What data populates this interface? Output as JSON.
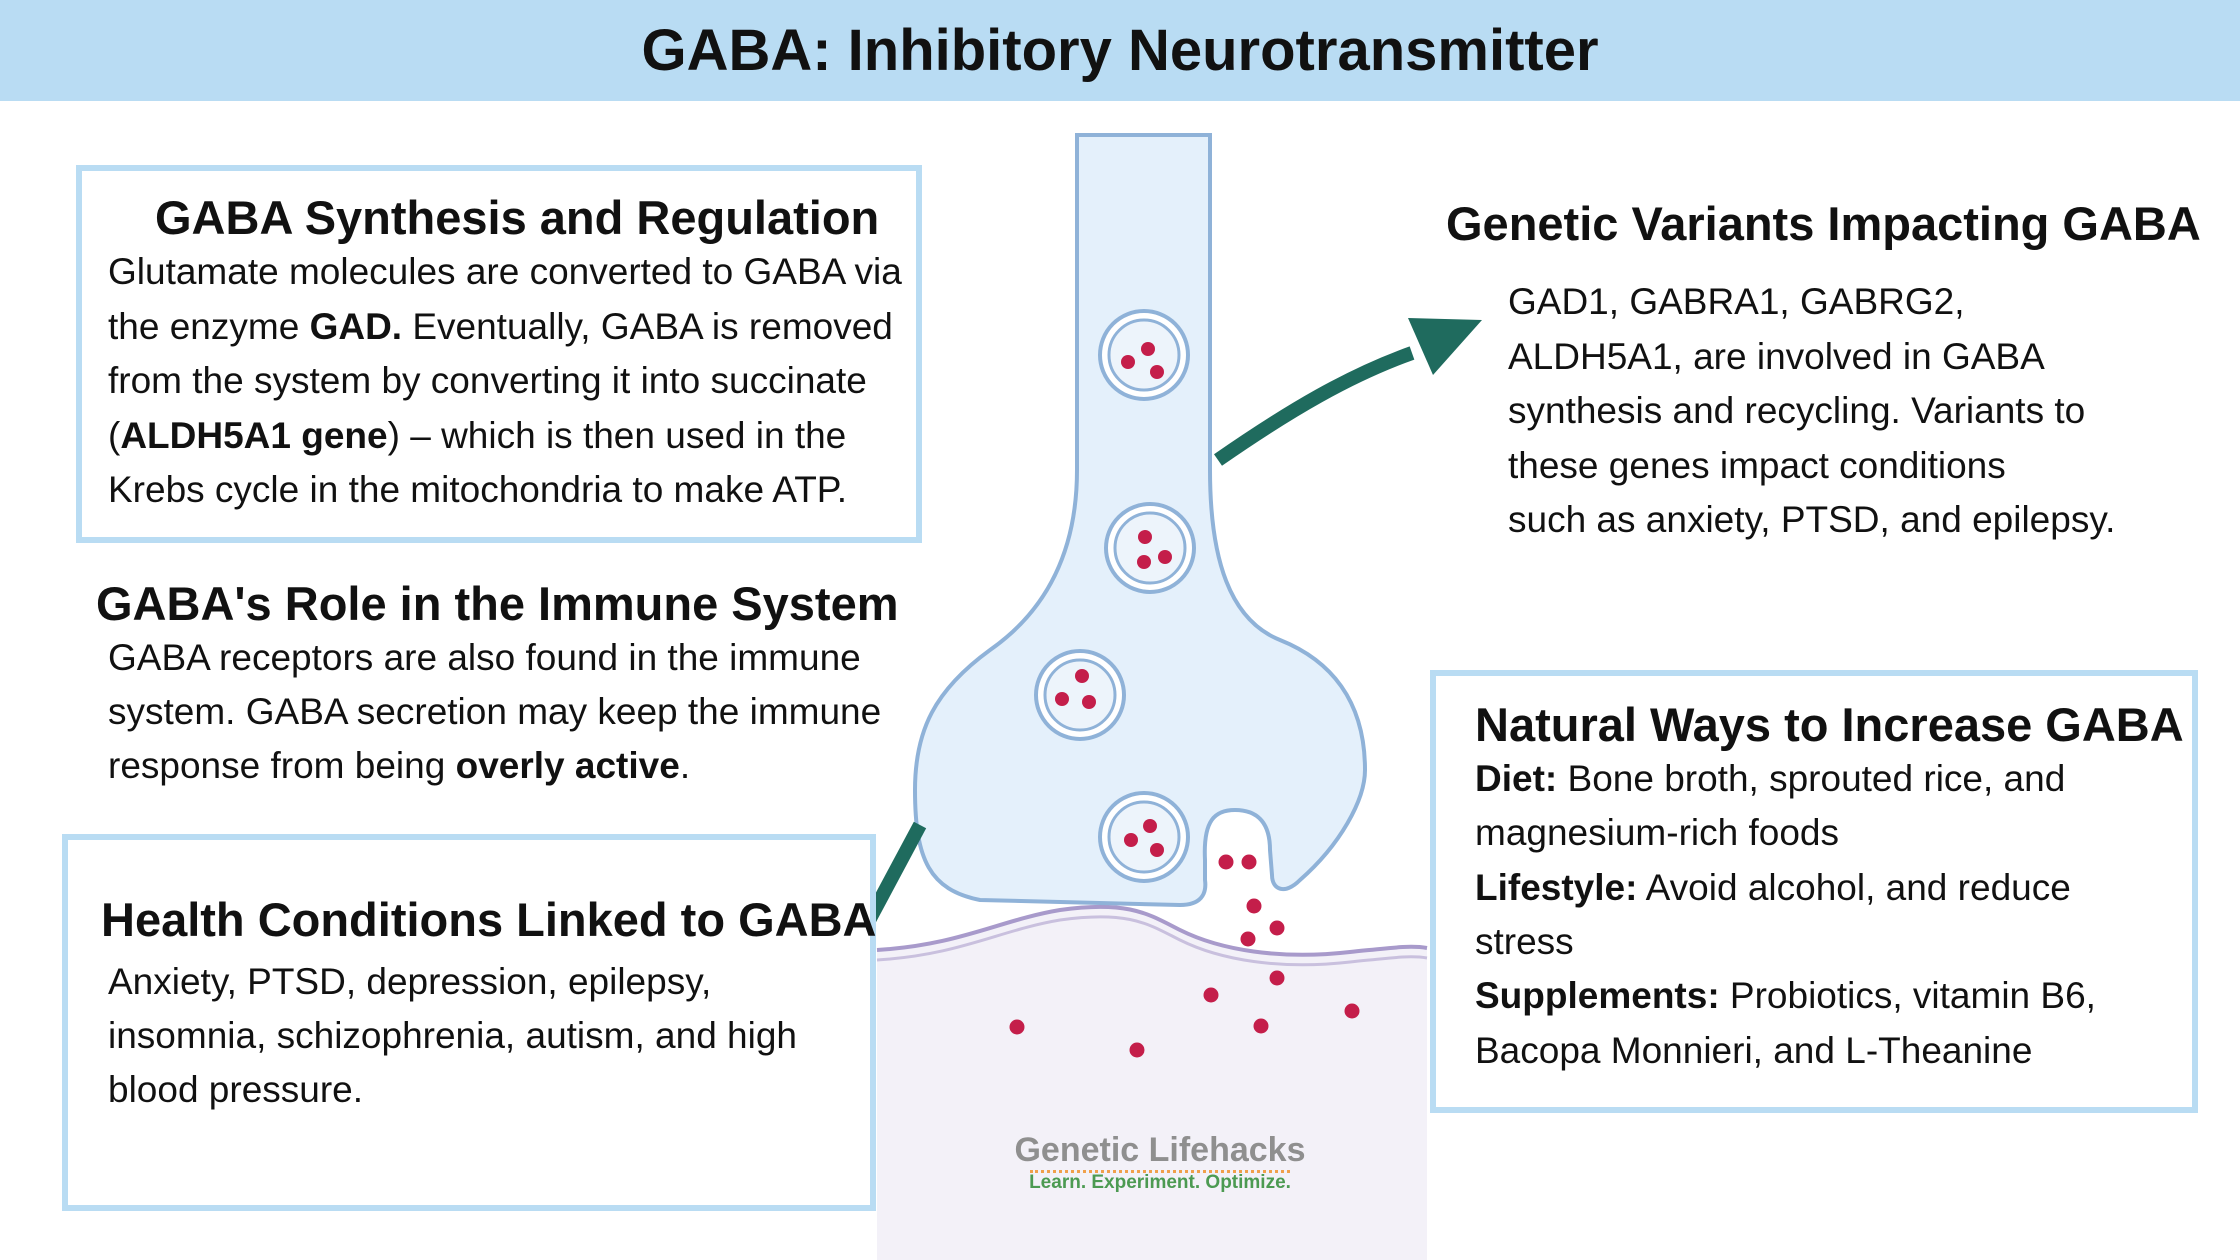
{
  "header": {
    "title": "GABA: Inhibitory Neurotransmitter"
  },
  "synthesis": {
    "title": "GABA Synthesis and Regulation",
    "lines": [
      [
        {
          "t": "Glutamate molecules are converted to GABA via"
        }
      ],
      [
        {
          "t": "the enzyme "
        },
        {
          "t": "GAD.",
          "b": true
        },
        {
          "t": " Eventually, GABA is removed"
        }
      ],
      [
        {
          "t": "from the system by converting it into succinate"
        }
      ],
      [
        {
          "t": "("
        },
        {
          "t": "ALDH5A1 gene",
          "b": true
        },
        {
          "t": ") – which is then used in the"
        }
      ],
      [
        {
          "t": "Krebs cycle in the mitochondria to make ATP."
        }
      ]
    ]
  },
  "immune": {
    "title": "GABA's Role in the Immune System",
    "lines": [
      [
        {
          "t": "GABA receptors are also found in the immune"
        }
      ],
      [
        {
          "t": "system. GABA secretion may keep the immune"
        }
      ],
      [
        {
          "t": "response from being "
        },
        {
          "t": "overly active",
          "b": true
        },
        {
          "t": "."
        }
      ]
    ]
  },
  "health": {
    "title": "Health Conditions Linked to GABA",
    "lines": [
      [
        {
          "t": "Anxiety, PTSD, depression, epilepsy,"
        }
      ],
      [
        {
          "t": "insomnia, schizophrenia, autism, and high"
        }
      ],
      [
        {
          "t": "blood pressure."
        }
      ]
    ]
  },
  "genetic": {
    "title": "Genetic Variants Impacting GABA",
    "lines": [
      [
        {
          "t": "GAD1, GABRA1, GABRG2,"
        }
      ],
      [
        {
          "t": "ALDH5A1, are involved in GABA"
        }
      ],
      [
        {
          "t": "synthesis and recycling. Variants to"
        }
      ],
      [
        {
          "t": "these genes impact conditions"
        }
      ],
      [
        {
          "t": "such as anxiety, PTSD, and epilepsy."
        }
      ]
    ]
  },
  "natural": {
    "title": "Natural Ways to Increase GABA",
    "lines": [
      [
        {
          "t": "Diet:",
          "b": true
        },
        {
          "t": " Bone broth, sprouted rice, and"
        }
      ],
      [
        {
          "t": "magnesium-rich foods"
        }
      ],
      [
        {
          "t": "Lifestyle:",
          "b": true
        },
        {
          "t": " Avoid alcohol, and reduce"
        }
      ],
      [
        {
          "t": "stress"
        }
      ],
      [
        {
          "t": "Supplements:",
          "b": true
        },
        {
          "t": " Probiotics, vitamin B6,"
        }
      ],
      [
        {
          "t": "Bacopa Monnieri, and L-Theanine"
        }
      ]
    ]
  },
  "logo": {
    "name": "Genetic Lifehacks",
    "tagline": "Learn. Experiment. Optimize."
  },
  "colors": {
    "header_bg": "#b9dcf3",
    "box_border": "#b9dcf3",
    "arrow": "#1f6b5e",
    "neuron_fill": "#e4f0fb",
    "neuron_stroke": "#8fb2d8",
    "membrane": "#a89acb",
    "dot": "#c41e4a"
  }
}
